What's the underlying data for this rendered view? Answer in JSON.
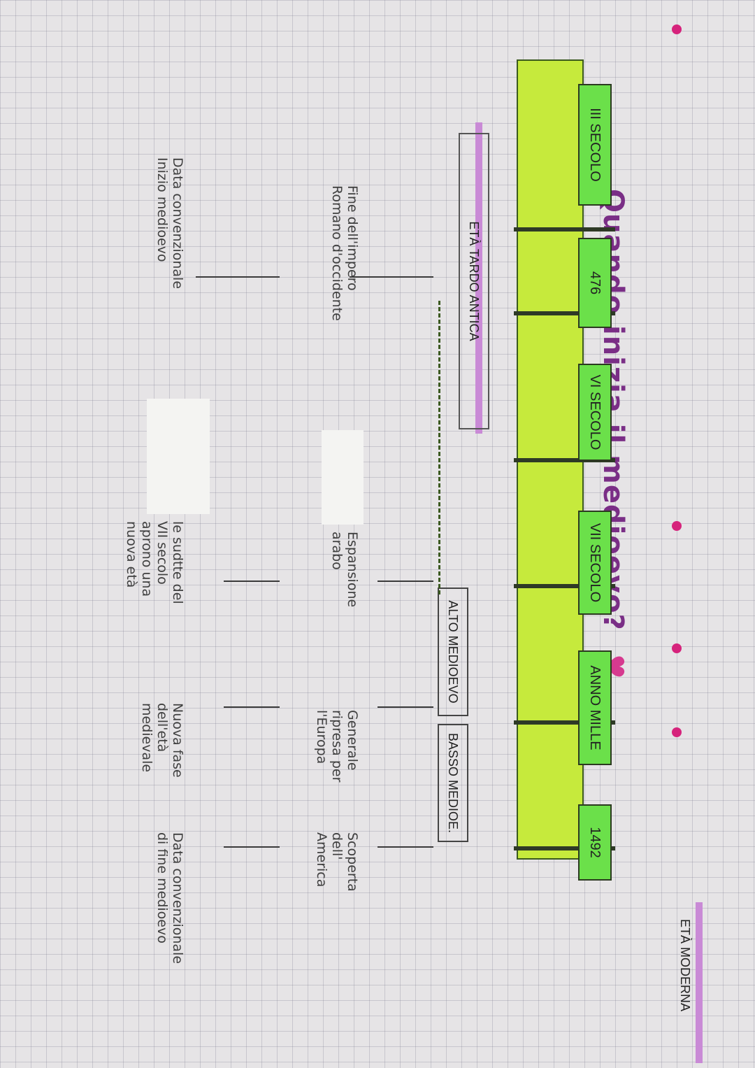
{
  "title": "Quando inizia il medioevo?",
  "heart_icon": "heart-icon",
  "timeline": {
    "labels": [
      "III SECOLO",
      "476",
      "VI SECOLO",
      "VII SECOLO",
      "ANNO MILLE",
      "1492"
    ]
  },
  "eras": {
    "tarda_antica": "ETÀ TARDO ANTICA",
    "alto": "ALTO MEDIOEVO",
    "basso": "BASSO MEDIOE.",
    "moderna": "ETÀ MODERNA"
  },
  "notes": {
    "n476_a": "Fine dell'impero\nRomano d'occidente",
    "n476_b": "Data convenzionale\nInizio medioevo",
    "n7_a": "Espansione\narabo",
    "n7_b": "le sudtte del\nVII secolo\naprono una\nnuova età",
    "n1000_a": "Generale\nripresa per\nl'Europa",
    "n1000_b": "Nuova fase\ndell'età\nmedievale",
    "n1492_a": "Scoperta\ndell'\nAmerica",
    "n1492_b": "Data convenzionale\ndi fine medioevo"
  },
  "colors": {
    "band": "#c6ea3c",
    "label_box": "#6be04a",
    "title": "#7a2e86",
    "highlight": "#c98ad6"
  }
}
